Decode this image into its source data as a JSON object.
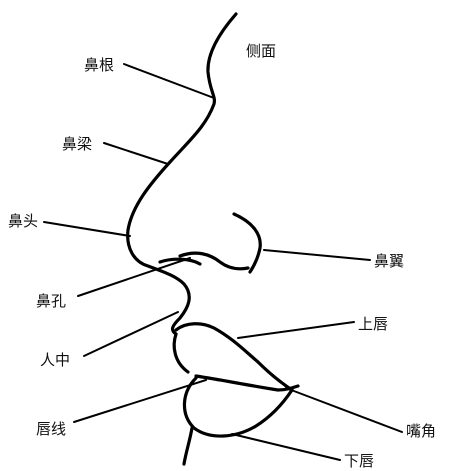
{
  "view_label": "侧面",
  "labels": {
    "nasal_root": "鼻根",
    "nasal_bridge": "鼻梁",
    "nose_tip": "鼻头",
    "nostril": "鼻孔",
    "philtrum": "人中",
    "lip_line": "唇线",
    "ala": "鼻翼",
    "upper_lip": "上唇",
    "mouth_corner": "嘴角",
    "lower_lip": "下唇"
  },
  "colors": {
    "stroke": "#000000",
    "text": "#111111",
    "background": "#ffffff"
  }
}
